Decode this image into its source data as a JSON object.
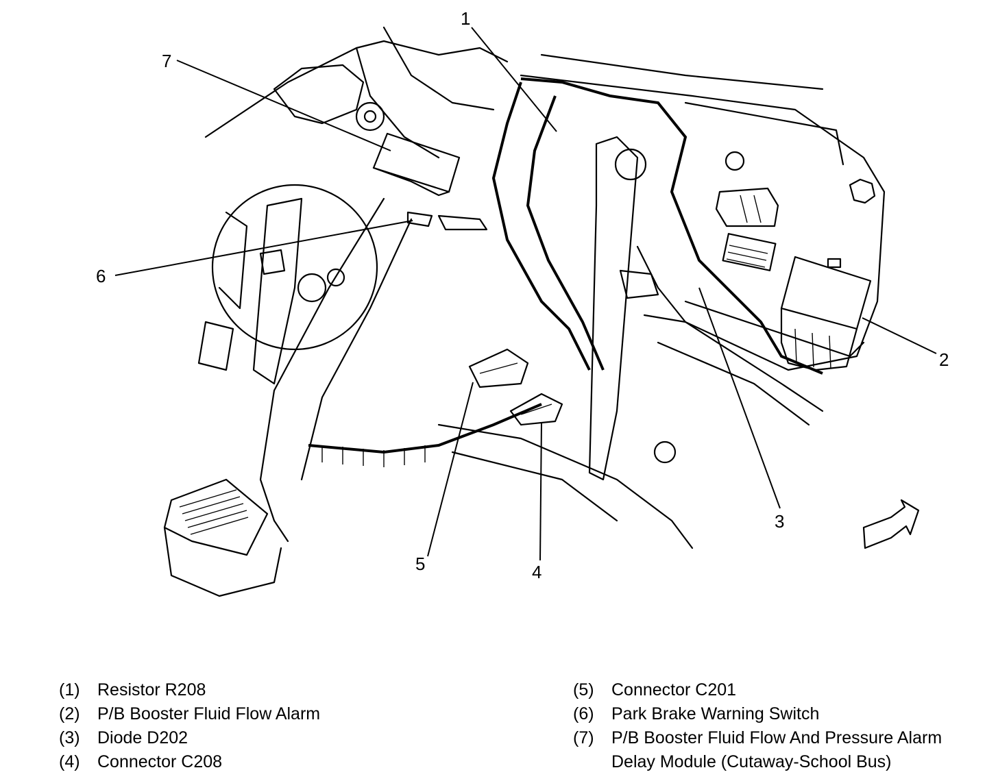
{
  "callouts": [
    "1",
    "2",
    "3",
    "4",
    "5",
    "6",
    "7"
  ],
  "legend": {
    "left": [
      {
        "num": "(1)",
        "text": "Resistor R208"
      },
      {
        "num": "(2)",
        "text": "P/B Booster Fluid Flow Alarm"
      },
      {
        "num": "(3)",
        "text": "Diode D202"
      },
      {
        "num": "(4)",
        "text": "Connector C208"
      }
    ],
    "right": [
      {
        "num": "(5)",
        "text": "Connector C201"
      },
      {
        "num": "(6)",
        "text": "Park Brake Warning Switch"
      },
      {
        "num": "(7)",
        "text": "P/B Booster Fluid Flow And Pressure Alarm\nDelay Module (Cutaway-School Bus)"
      }
    ]
  }
}
